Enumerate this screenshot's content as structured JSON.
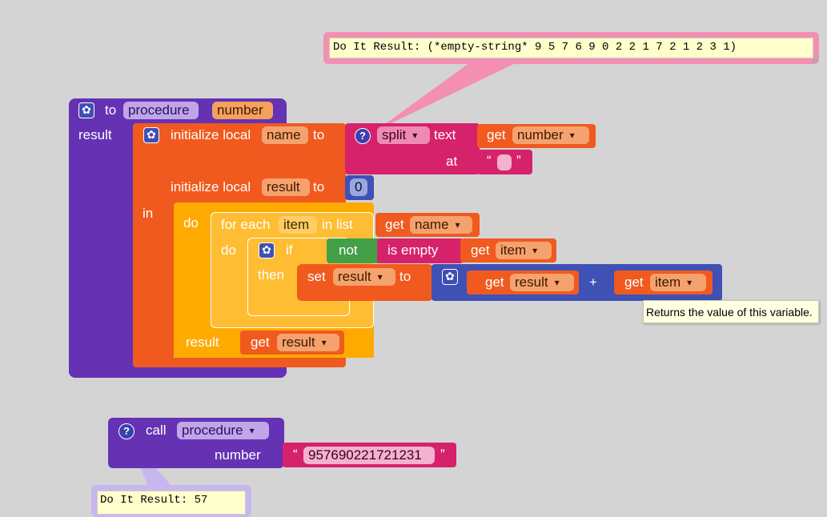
{
  "result_bubble_top": {
    "text": "Do It Result: (*empty-string* 9 5 7 6 9 0 2 2 1 7 2 1 2 3 1)"
  },
  "result_bubble_bottom": {
    "text": "Do It Result: 57"
  },
  "procedure_def": {
    "to_label": "to",
    "name": "procedure",
    "param": "number",
    "result_label": "result"
  },
  "init_name": {
    "label": "initialize local",
    "var": "name",
    "to": "to"
  },
  "split": {
    "label": "split",
    "text_label": "text",
    "at_label": "at",
    "get_label": "get",
    "get_var": "number"
  },
  "text_empty": {
    "open_quote": "“",
    "close_quote": "”"
  },
  "init_result": {
    "label": "initialize local",
    "var": "result",
    "to": "to",
    "value": "0"
  },
  "in_label": "in",
  "do_block": {
    "do_label": "do",
    "result_label": "result",
    "get_label": "get",
    "get_var": "result"
  },
  "for_each": {
    "label": "for each",
    "var": "item",
    "in_list": "in list",
    "do_label": "do",
    "get_label": "get",
    "get_var": "name"
  },
  "if_block": {
    "if_label": "if",
    "then_label": "then"
  },
  "not_block": {
    "label": "not"
  },
  "is_empty": {
    "label": "is empty",
    "get_label": "get",
    "get_var": "item"
  },
  "set_block": {
    "label": "set",
    "var": "result",
    "to": "to"
  },
  "join": {
    "get1": "get",
    "var1": "result",
    "plus": "+",
    "get2": "get",
    "var2": "item"
  },
  "tooltip": {
    "text": "Returns the value of this variable."
  },
  "call_block": {
    "label": "call",
    "name": "procedure",
    "param_label": "number",
    "value": "957690221721231",
    "open_quote": "“",
    "close_quote": "”"
  },
  "colors": {
    "procedure_purple": "#6532b4",
    "local_orange": "#f05a1f",
    "control_amber": "#ffaa00",
    "text_magenta": "#d6226a",
    "math_blue": "#3f51b5",
    "logic_green": "#43a047",
    "bubble_pink": "#f48fb1",
    "bubble_lavender": "#c8b6f0"
  }
}
